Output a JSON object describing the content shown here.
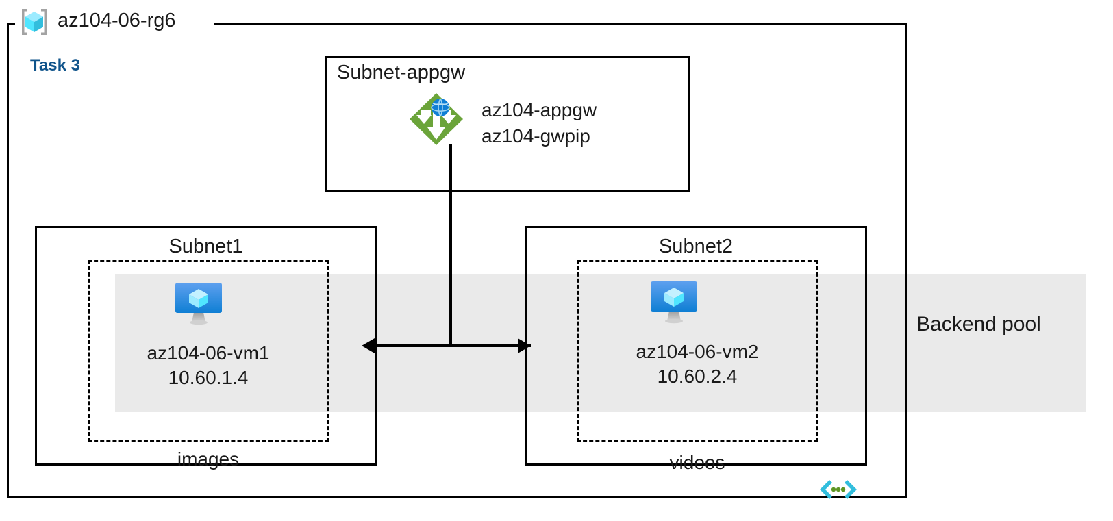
{
  "diagram": {
    "resource_group": {
      "name": "az104-06-rg6",
      "icon": "resource-group-icon"
    },
    "task_label": "Task 3",
    "backend_pool": {
      "label": "Backend pool",
      "band_color": "#EAEAEA"
    },
    "subnets": [
      {
        "id": "subnet-appgw",
        "title": "Subnet-appgw",
        "resource": {
          "icon": "application-gateway-icon",
          "name": "az104-appgw",
          "public_ip": "az104-gwpip"
        }
      },
      {
        "id": "subnet1",
        "title": "Subnet1",
        "asg_label": "images",
        "vm": {
          "icon": "virtual-machine-icon",
          "name": "az104-06-vm1",
          "ip": "10.60.1.4"
        }
      },
      {
        "id": "subnet2",
        "title": "Subnet2",
        "asg_label": "videos",
        "vm": {
          "icon": "virtual-machine-icon",
          "name": "az104-06-vm2",
          "ip": "10.60.2.4"
        }
      }
    ],
    "decoration": {
      "code_icon": "code-brackets-icon"
    },
    "colors": {
      "task_text": "#10548B",
      "appgw_green": "#6BA43A",
      "appgw_globe_blue": "#0078D4",
      "vm_blue": "#1B8BE0",
      "band_gray": "#EAEAEA",
      "border_black": "#000000",
      "code_cyan": "#32BEDD",
      "code_green": "#5E9624"
    }
  }
}
